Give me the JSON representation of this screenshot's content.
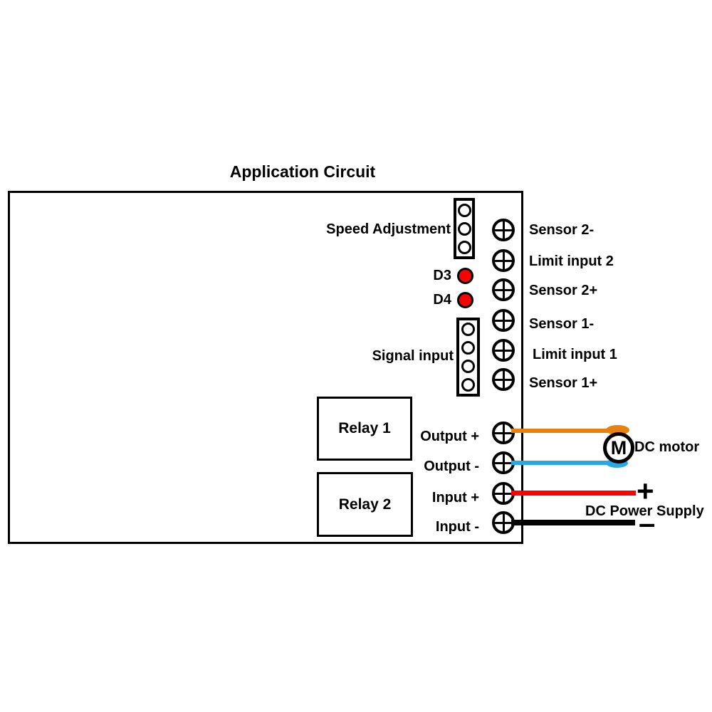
{
  "title": "Application Circuit",
  "board": {
    "speed_adjustment": {
      "label": "Speed Adjustment",
      "pins": 3
    },
    "leds": [
      {
        "label": "D3"
      },
      {
        "label": "D4"
      }
    ],
    "signal_input": {
      "label": "Signal input",
      "pins": 4
    },
    "relays": [
      {
        "label": "Relay 1"
      },
      {
        "label": "Relay 2"
      }
    ],
    "terminals_right": [
      {
        "label": "Sensor 2-"
      },
      {
        "label": "Limit input 2"
      },
      {
        "label": "Sensor 2+"
      },
      {
        "label": "Sensor 1-"
      },
      {
        "label": "Limit input 1"
      },
      {
        "label": "Sensor 1+"
      }
    ],
    "terminals_output": [
      {
        "label": "Output +"
      },
      {
        "label": "Output -"
      },
      {
        "label": "Input +"
      },
      {
        "label": "Input -"
      }
    ]
  },
  "external": {
    "dc_motor": {
      "symbol": "M",
      "label": "DC motor"
    },
    "dc_power_supply": {
      "label": "DC Power Supply",
      "plus": "+",
      "minus": "–"
    }
  },
  "colors": {
    "led": "#ff0000",
    "wire_output_positive": "#e8820f",
    "wire_output_negative": "#29a9e1",
    "wire_input_positive": "#ff0000",
    "wire_input_negative": "#000000"
  }
}
